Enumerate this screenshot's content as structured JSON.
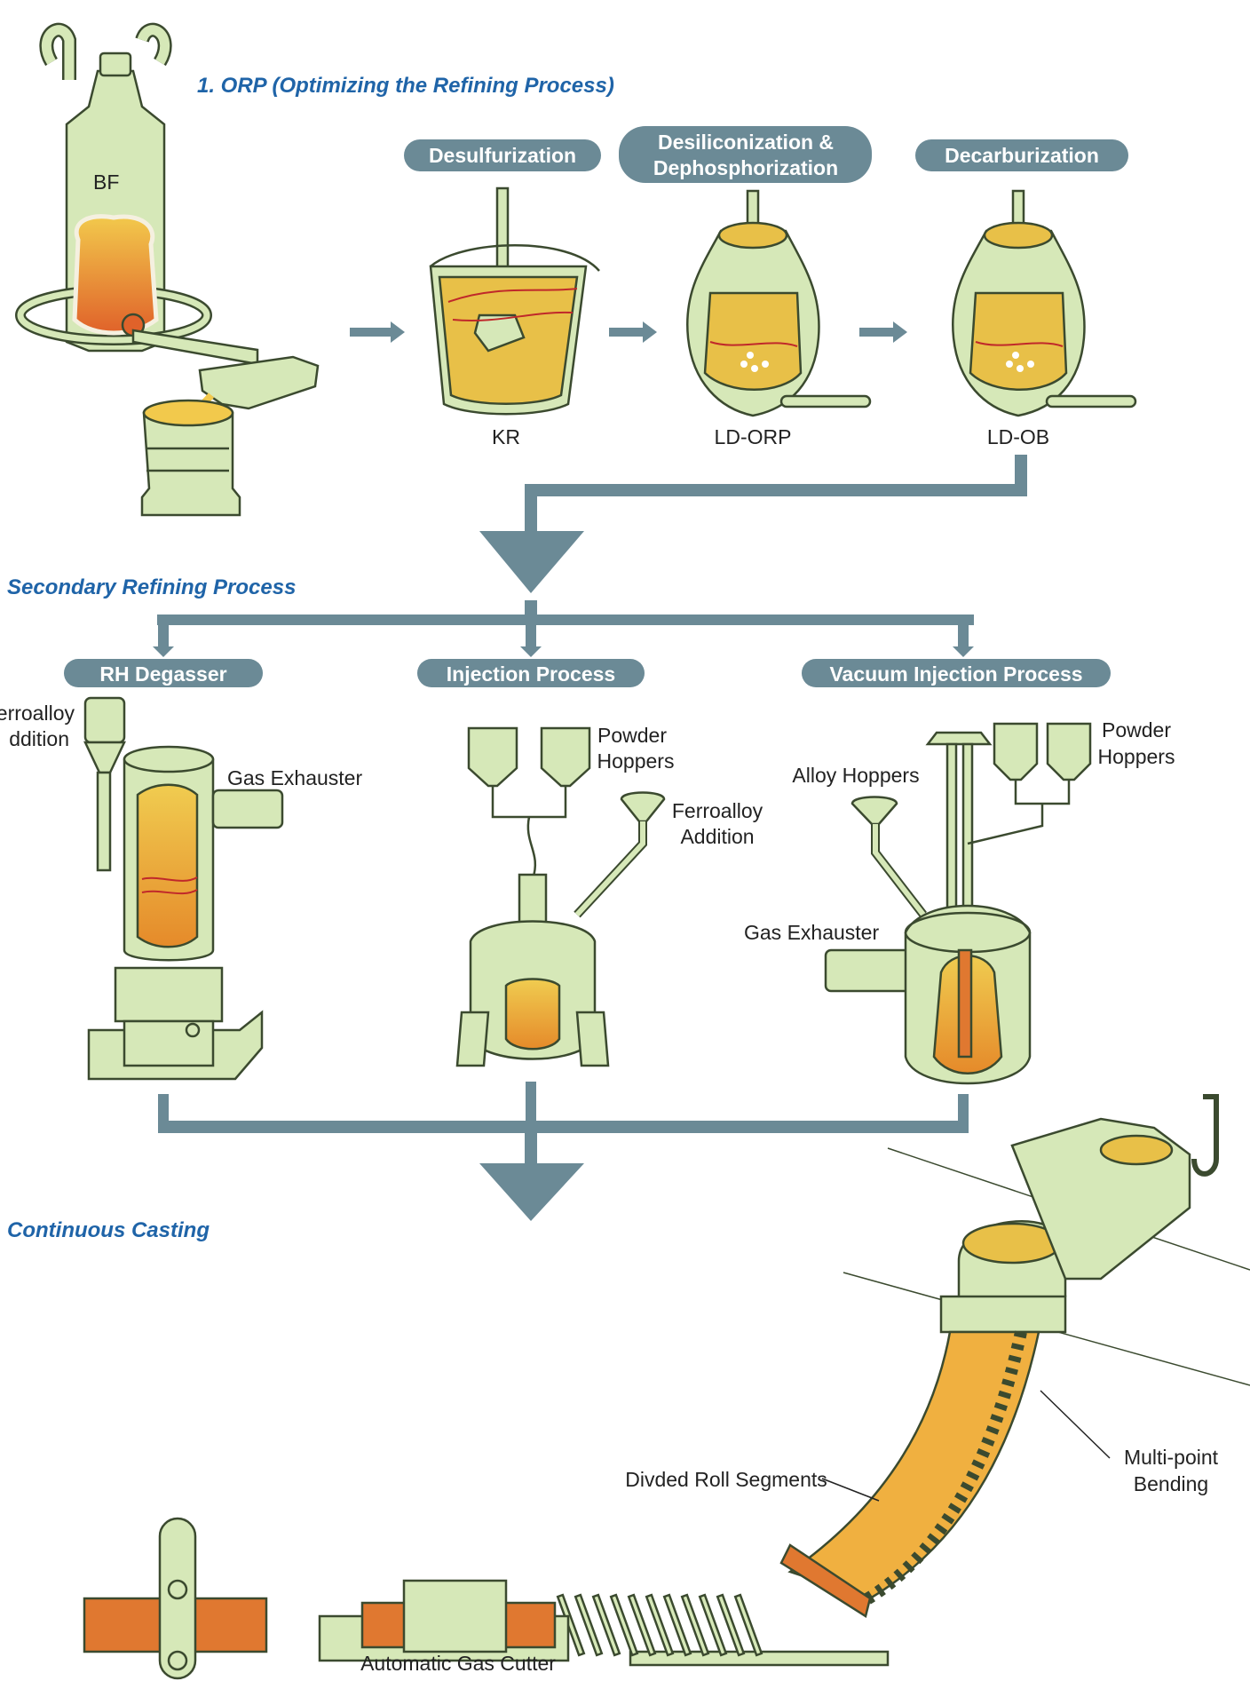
{
  "sections": {
    "orp": "1. ORP (Optimizing the Refining Process)",
    "secondary": "Secondary Refining Process",
    "casting": "Continuous Casting"
  },
  "stages": {
    "desulfurization": "Desulfurization",
    "desil_line1": "Desiliconization &",
    "desil_line2": "Dephosphorization",
    "decarburization": "Decarburization",
    "rh": "RH Degasser",
    "injection": "Injection Process",
    "vacuum_injection": "Vacuum Injection Process"
  },
  "equipment": {
    "bf": "BF",
    "kr": "KR",
    "ld_orp": "LD-ORP",
    "ld_ob": "LD-OB"
  },
  "labels": {
    "ferroalloy_left_1": "erroalloy",
    "ferroalloy_left_2": "ddition",
    "gas_exhauster_rh": "Gas Exhauster",
    "powder_1": "Powder",
    "powder_2": "Hoppers",
    "ferroalloy_1": "Ferroalloy",
    "ferroalloy_2": "Addition",
    "alloy_hoppers": "Alloy Hoppers",
    "vac_powder_1": "Powder",
    "vac_powder_2": "Hoppers",
    "gas_exhauster_vac": "Gas Exhauster",
    "multipoint_1": "Multi-point",
    "multipoint_2": "Bending",
    "divided_rolls": "Divded Roll Segments",
    "gas_cutter": "Automatic Gas Cutter"
  },
  "colors": {
    "equipment": "#d6e8b8",
    "outline": "#3b4a2f",
    "arrow": "#6b8a96",
    "pill": "#6b8a96",
    "section_title": "#1f64a8",
    "molten": "#e8c048",
    "hot": "#e07830"
  }
}
